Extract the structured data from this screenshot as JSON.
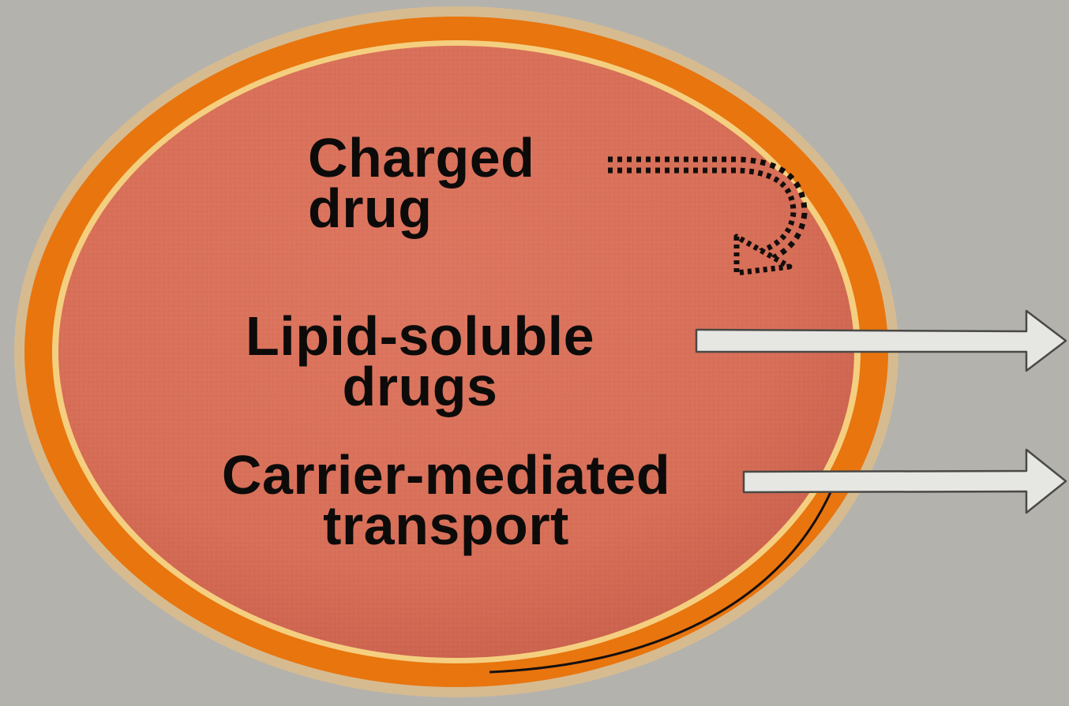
{
  "labels": {
    "charged_line1": "Charged",
    "charged_line2": "drug",
    "lipid_line1": "Lipid-soluble",
    "lipid_line2": "drugs",
    "carrier_line1": "Carrier-mediated",
    "carrier_line2": "transport"
  },
  "colors": {
    "background": "#b4b2ad",
    "cell_fill": "#d86f58",
    "membrane_outer": "#e8750e",
    "membrane_highlight": "#f5cf80",
    "arrow_fill": "#e6e6e3",
    "text": "#0c0b0a"
  }
}
